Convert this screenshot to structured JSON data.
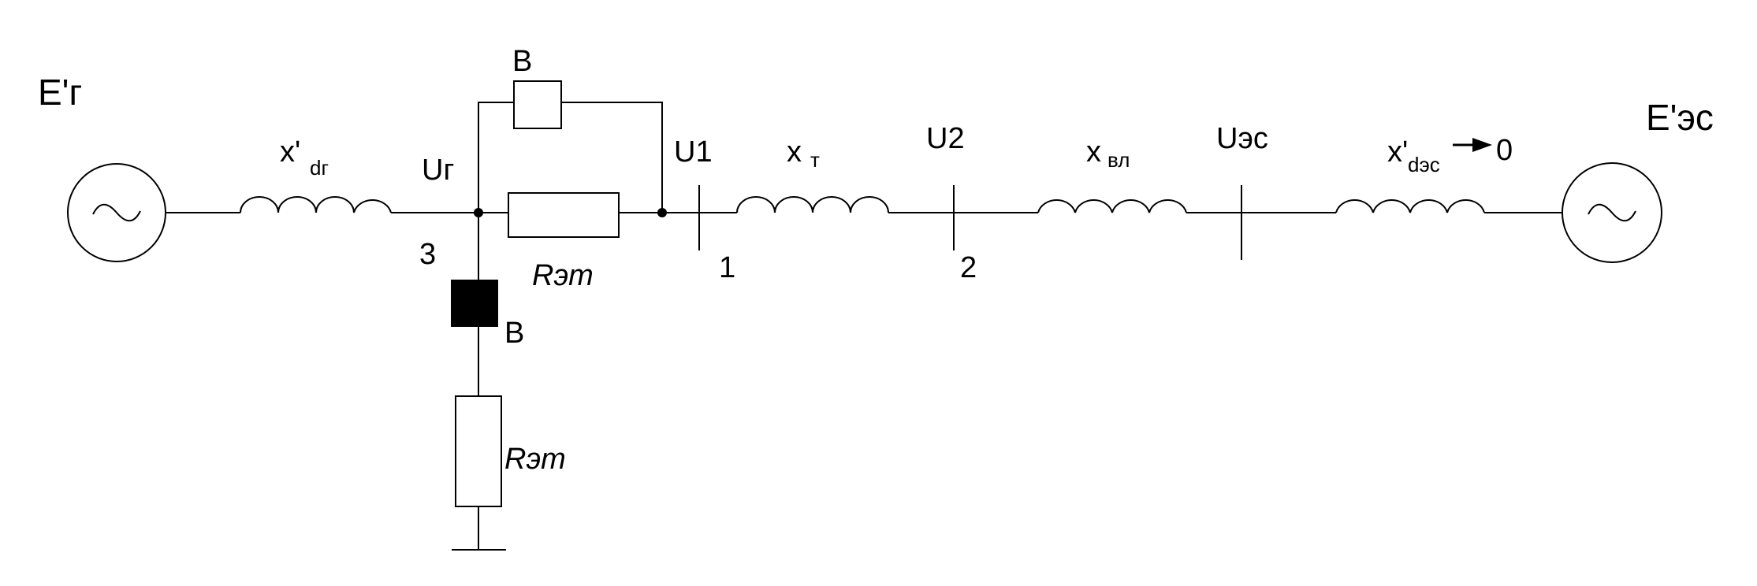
{
  "colors": {
    "line": "#000000",
    "background": "#ffffff",
    "breaker_closed": "#000000"
  },
  "labels": {
    "source_left": "E'г",
    "source_right": "E'эс",
    "x_dg_main": "x'",
    "x_dg_sub": "dг",
    "u_g": "Uг",
    "u1": "U1",
    "x_t_main": "x",
    "x_t_sub": "т",
    "u2": "U2",
    "x_vl_main": "x",
    "x_vl_sub": "вл",
    "u_es": "Uэс",
    "x_des_main": "x'",
    "x_des_sub": "dэс",
    "x_des_limit": "0",
    "breaker_top": "B",
    "breaker_bottom": "B",
    "node_3": "3",
    "node_1": "1",
    "node_2": "2",
    "r_series": "Rэт",
    "r_shunt": "Rэт"
  },
  "icons": {
    "source_symbol": "tilde",
    "arrow": "arrow-right-icon"
  }
}
